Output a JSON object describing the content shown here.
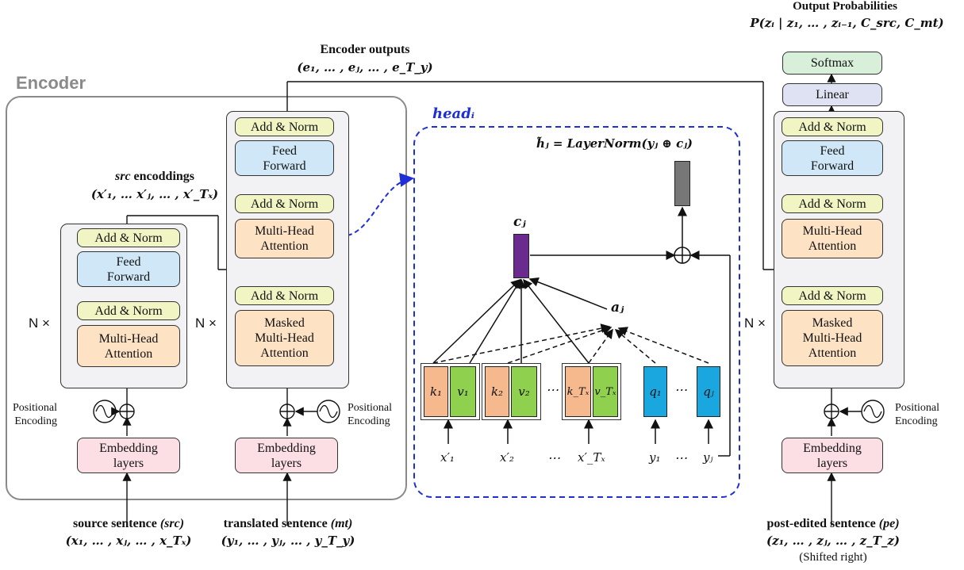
{
  "colors": {
    "add_norm": "#f1f5c4",
    "feed_forward": "#cfe7f6",
    "multi_head": "#fde2c4",
    "embedding": "#fbdfe4",
    "linear": "#dfe2f3",
    "softmax": "#d8efd9",
    "head_border": "#1f2fd6",
    "key": "#f6b98e",
    "value": "#8fd14f",
    "query": "#1aa7e0",
    "context": "#6a2a8e",
    "output": "#777777"
  },
  "encoder": {
    "title": "Encoder",
    "src_stack": {
      "add_norm_1": "Add & Norm",
      "feed_forward": "Feed\nForward",
      "add_norm_2": "Add & Norm",
      "attention": "Multi-Head\nAttention",
      "repeat": "N ×",
      "positional_encoding": "Positional\nEncoding",
      "embedding": "Embedding\nlayers",
      "input_label": "source sentence",
      "input_tag": "(src)",
      "input_seq": "(x₁, … , xⱼ, … , x_Tₓ)"
    },
    "src_encodings_label": "src",
    "src_encodings_suffix": " encoddings",
    "src_encodings_seq": "(x′₁, … x′ⱼ, … , x′_Tₓ)",
    "mt_stack": {
      "add_norm_top": "Add & Norm",
      "feed_forward": "Feed\nForward",
      "add_norm_mid": "Add & Norm",
      "attention": "Multi-Head\nAttention",
      "add_norm_low": "Add & Norm",
      "masked_attention": "Masked\nMulti-Head\nAttention",
      "repeat": "N ×",
      "positional_encoding": "Positional\nEncoding",
      "embedding": "Embedding\nlayers",
      "input_label": "translated sentence",
      "input_tag": "(mt)",
      "input_seq": "(y₁, … , yⱼ, … , y_T_y)"
    },
    "outputs_label": "Encoder outputs",
    "outputs_seq": "(e₁, … , eⱼ, … , e_T_y)"
  },
  "head": {
    "title": "headᵢ",
    "formula": "h̃ⱼ = LayerNorm(yⱼ ⊕ cⱼ)",
    "context": "cⱼ",
    "attention_weight": "aⱼ",
    "keys": [
      "k₁",
      "k₂",
      "k_Tₓ"
    ],
    "values": [
      "v₁",
      "v₂",
      "v_Tₓ"
    ],
    "queries": [
      "q₁",
      "qⱼ"
    ],
    "inputs_x": [
      "x′₁",
      "x′₂",
      "x′_Tₓ"
    ],
    "inputs_y": [
      "y₁",
      "yⱼ"
    ],
    "ellipsis": "⋯"
  },
  "decoder": {
    "output_title": "Output Probabilities",
    "output_formula": "P(zᵢ | z₁, … , zᵢ₋₁, C_src, C_mt)",
    "softmax": "Softmax",
    "linear": "Linear",
    "add_norm_top": "Add & Norm",
    "feed_forward": "Feed\nForward",
    "add_norm_mid": "Add & Norm",
    "attention": "Multi-Head\nAttention",
    "add_norm_low": "Add & Norm",
    "masked_attention": "Masked\nMulti-Head\nAttention",
    "repeat": "N ×",
    "positional_encoding": "Positional\nEncoding",
    "embedding": "Embedding\nlayers",
    "input_label": "post-edited sentence",
    "input_tag": "(pe)",
    "input_seq": "(z₁, … , zⱼ, … , z_T_z)",
    "input_note": "(Shifted right)"
  }
}
